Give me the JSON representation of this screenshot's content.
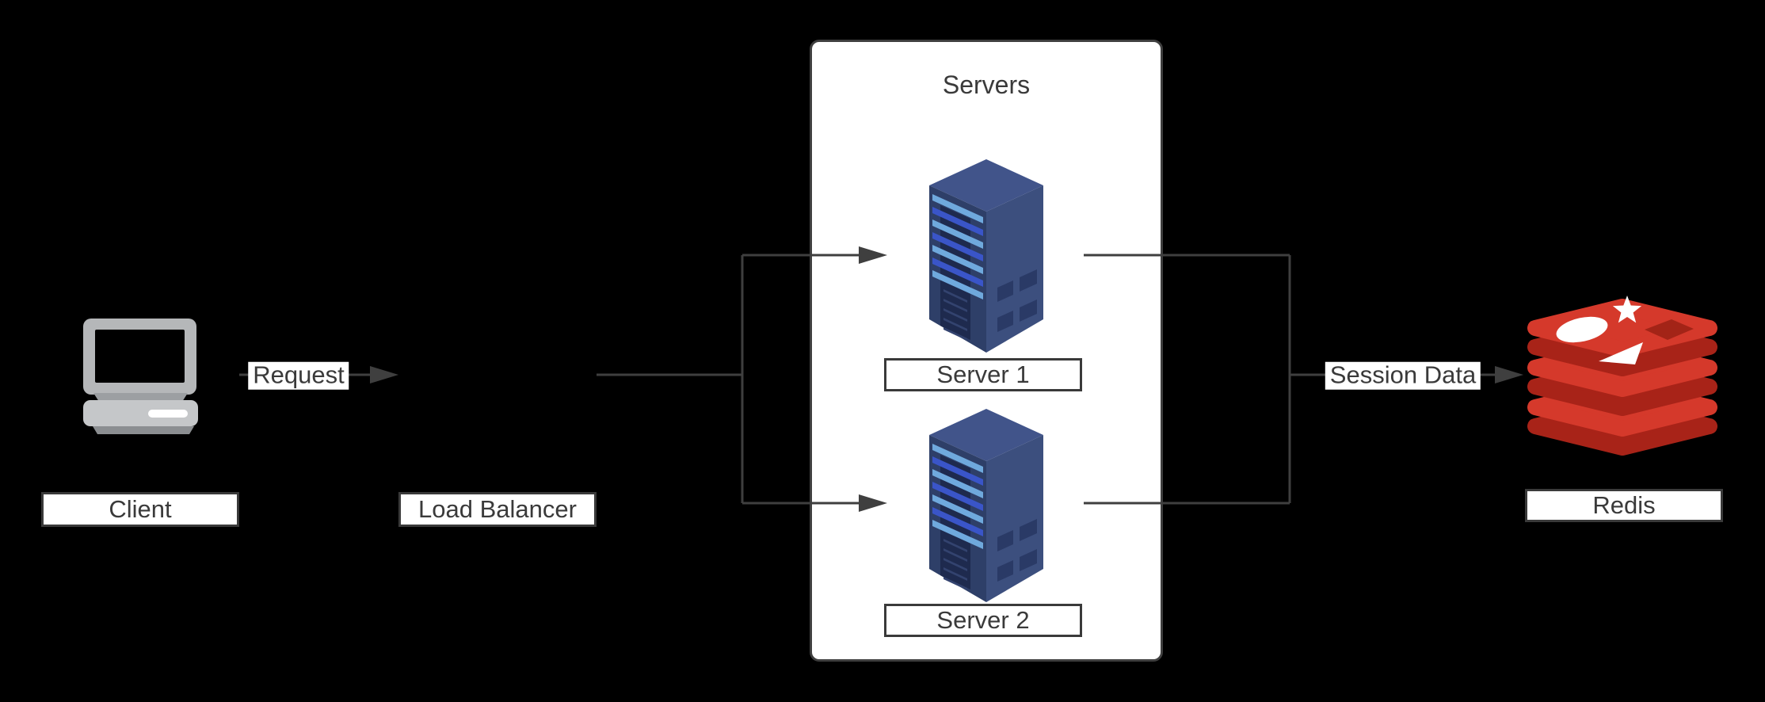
{
  "diagram": {
    "type": "architecture-flow",
    "background": "#000000"
  },
  "nodes": {
    "client": {
      "label": "Client"
    },
    "load_balancer": {
      "label": "Load Balancer"
    },
    "servers_group": {
      "label": "Servers"
    },
    "server1": {
      "label": "Server 1"
    },
    "server2": {
      "label": "Server 2"
    },
    "redis": {
      "label": "Redis"
    }
  },
  "edges": {
    "request": {
      "label": "Request",
      "from": "Client",
      "to": "Load Balancer"
    },
    "session_data": {
      "label": "Session Data",
      "from": "Servers",
      "to": "Redis"
    }
  },
  "icons": {
    "client": "computer-icon",
    "server1": "server-tower-icon",
    "server2": "server-tower-icon",
    "redis": "redis-database-icon"
  },
  "colors": {
    "canvas_bg": "#000000",
    "line": "#3f3f3f",
    "text": "#3a3a3a",
    "label_bg": "#ffffff",
    "label_border": "#3a3a3a",
    "container_fill": "#ffffff",
    "client_gray": "#b5b7b9",
    "client_gray_light": "#c5c7c9",
    "client_gray_dark": "#8b8e91",
    "client_neck": "#9c9fa2",
    "screen": "#000000",
    "slot": "#ffffff",
    "server_top": "#41548a",
    "server_front": "#3c4f7e",
    "server_side": "#2e3f68",
    "server_recess": "#1e2a4e",
    "server_recess_line": "#33436f",
    "server_vent": "#2a3a66",
    "led_light": "#6fa9dd",
    "led_royal": "#3a55c8",
    "redis_red": "#d5392b",
    "redis_red_dark": "#a82318",
    "redis_hole": "#a32417",
    "redis_white": "#ffffff"
  }
}
